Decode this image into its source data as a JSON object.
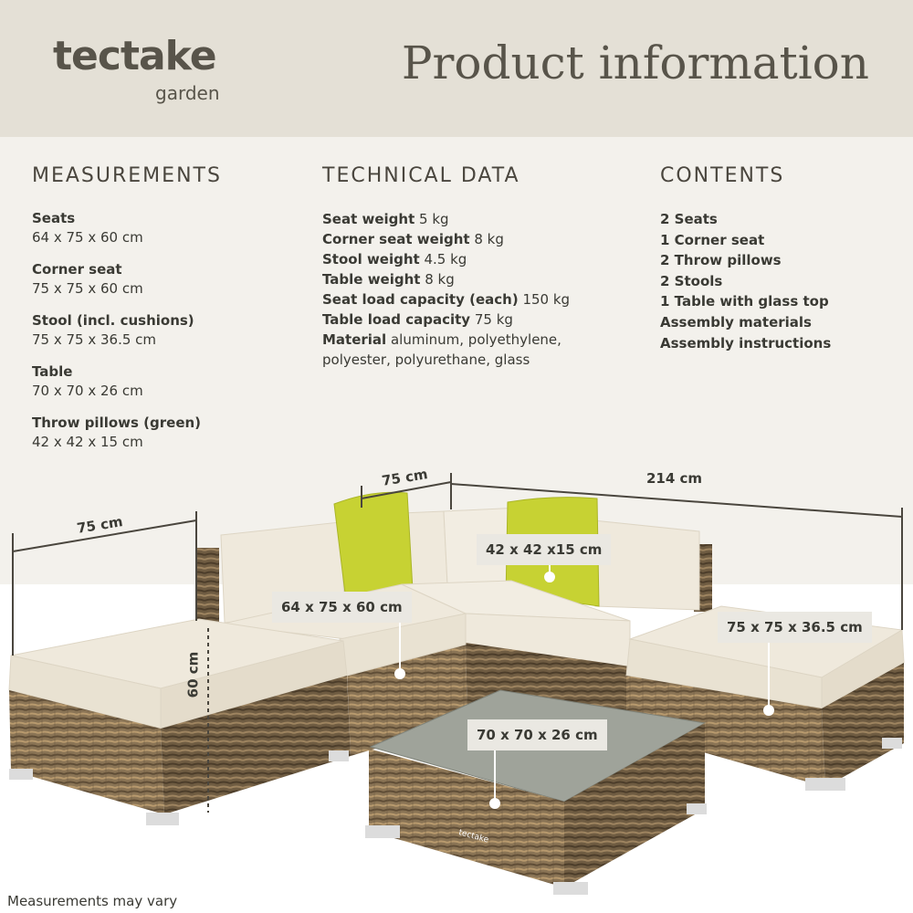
{
  "header": {
    "brand": "tectake",
    "brand_sub": "garden",
    "title": "Product information"
  },
  "measurements": {
    "heading": "MEASUREMENTS",
    "items": [
      {
        "label": "Seats",
        "value": "64 x 75 x 60 cm"
      },
      {
        "label": "Corner seat",
        "value": "75 x 75 x 60 cm"
      },
      {
        "label": "Stool (incl. cushions)",
        "value": "75 x 75 x 36.5 cm"
      },
      {
        "label": "Table",
        "value": "70 x 70 x 26 cm"
      },
      {
        "label": "Throw pillows (green)",
        "value": "42 x 42 x 15 cm"
      }
    ]
  },
  "technical": {
    "heading": "TECHNICAL DATA",
    "rows": [
      {
        "label": "Seat weight",
        "value": "5 kg"
      },
      {
        "label": "Corner seat weight",
        "value": "8 kg"
      },
      {
        "label": "Stool weight",
        "value": "4.5 kg"
      },
      {
        "label": "Table weight",
        "value": "8 kg"
      },
      {
        "label": "Seat load capacity (each)",
        "value": "150 kg"
      },
      {
        "label": "Table load capacity",
        "value": "75 kg"
      },
      {
        "label": "Material",
        "value": "aluminum, polyethylene,"
      },
      {
        "label": "",
        "value": "polyester, polyurethane, glass"
      }
    ]
  },
  "contents": {
    "heading": "CONTENTS",
    "items": [
      "2 Seats",
      "1 Corner seat",
      "2 Throw pillows",
      "2 Stools",
      "1 Table with glass top",
      "Assembly materials",
      "Assembly instructions"
    ]
  },
  "product_labels": {
    "depth_left": "75 cm",
    "depth_corner": "75 cm",
    "width_total": "214 cm",
    "height": "60 cm",
    "pillow": "42 x 42 x15 cm",
    "seat": "64 x 75 x 60 cm",
    "stool": "75 x 75 x 36.5 cm",
    "table": "70 x 70 x 26 cm",
    "table_logo": "tectake"
  },
  "colors": {
    "header_bg": "#e4e0d6",
    "cushion": "#efe9dc",
    "rattan": "#8a7455",
    "pillow": "#c7d233"
  },
  "footer": {
    "note": "Measurements may vary"
  }
}
